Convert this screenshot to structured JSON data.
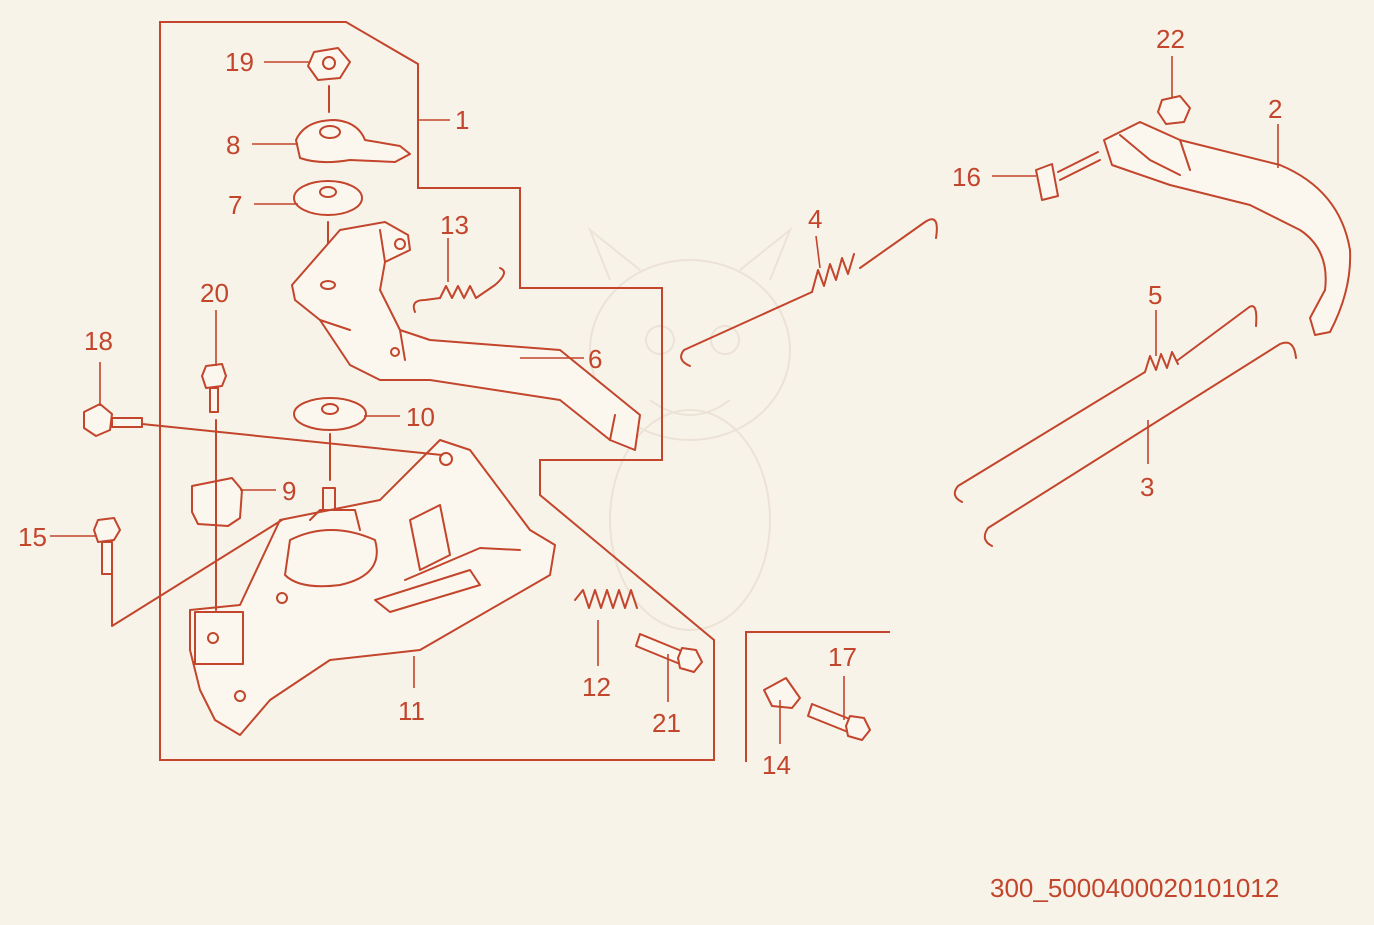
{
  "callouts": {
    "p1": "1",
    "p2": "2",
    "p3": "3",
    "p4": "4",
    "p5": "5",
    "p6": "6",
    "p7": "7",
    "p8": "8",
    "p9": "9",
    "p10": "10",
    "p11": "11",
    "p12": "12",
    "p13": "13",
    "p14": "14",
    "p15": "15",
    "p16": "16",
    "p17": "17",
    "p18": "18",
    "p19": "19",
    "p20": "20",
    "p21": "21",
    "p22": "22"
  },
  "diagram_code": "300_5000400020101012",
  "colors": {
    "line": "#c2452c",
    "background": "#f8f3e9"
  }
}
